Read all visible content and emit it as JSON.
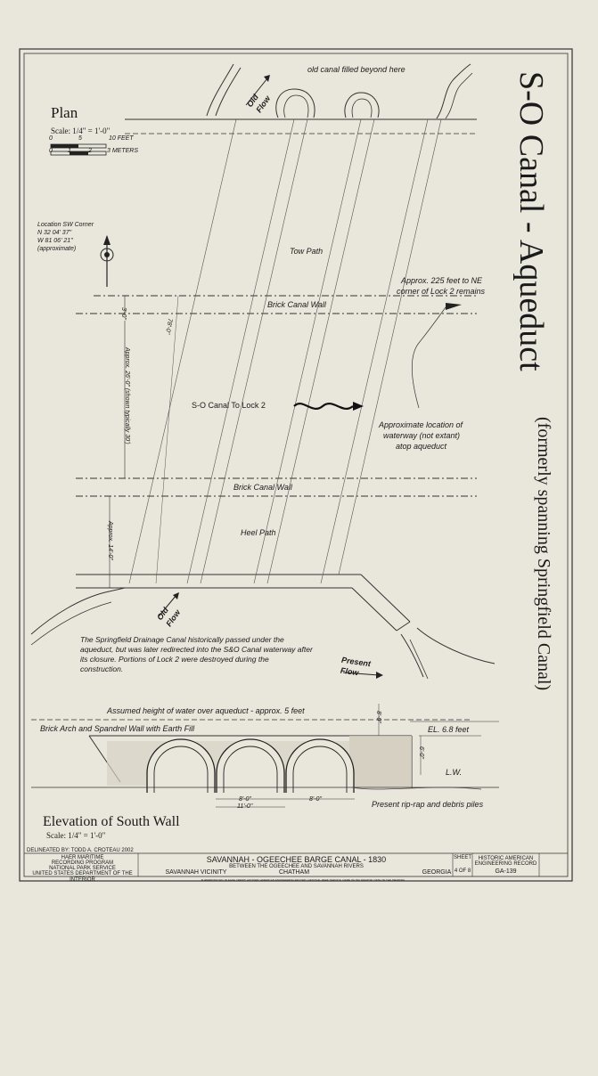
{
  "title": {
    "main": "S-O Canal - Aqueduct",
    "sub": "(formerly spanning Springfield Canal)"
  },
  "plan": {
    "heading": "Plan",
    "scale": "Scale:  1/4\" = 1'-0\"",
    "bar_feet": [
      "0",
      "5",
      "10 FEET"
    ],
    "bar_meters": [
      "0",
      "1",
      "2",
      "3 METERS"
    ],
    "location": [
      "Location SW Corner",
      "N 32  04' 37\"",
      "W 81  06' 21\"",
      "(approximate)"
    ],
    "old_canal": "old canal filled beyond here",
    "old_flow_top": [
      "Old",
      "Flow"
    ],
    "tow_path": "Tow Path",
    "lock_note": [
      "Approx. 225 feet to NE",
      "corner of Lock 2 remains"
    ],
    "brick_wall_top": "Brick Canal Wall",
    "dim_3": "3'-0\"",
    "dim_78": "78'-0\"",
    "dim_26": "Approx. 26'-0\" (shown typically 30')",
    "canal_label": "S-O Canal To Lock 2",
    "waterway_note": [
      "Approximate location of",
      "waterway (not extant)",
      "atop aqueduct"
    ],
    "brick_wall_bottom": "Brick Canal Wall",
    "heel_path": "Heel Path",
    "dim_14": "Approx. 14'-0\"",
    "old_flow_bottom": [
      "Old",
      "Flow"
    ],
    "drainage_note": "The Springfield Drainage Canal historically passed under the aqueduct, but was later redirected into the S&O Canal waterway after its closure.  Portions of Lock 2 were destroyed during the construction.",
    "present_flow": [
      "Present",
      "Flow"
    ]
  },
  "elevation": {
    "water_note": "Assumed height of water over aqueduct - approx. 5 feet",
    "arch_note": "Brick Arch and Spandrel Wall with Earth Fill",
    "el": "EL. 6.8 feet",
    "dim_8_top": "8'-0\"",
    "dim_6": "6'-0\"",
    "lw": "L.W.",
    "dim_8a": "8'-0\"",
    "dim_11": "11'-0\"",
    "dim_8b": "8'-0\"",
    "riprap": "Present rip-rap and debris piles",
    "heading": "Elevation of South Wall",
    "scale": "Scale:  1/4\" = 1'-0\""
  },
  "title_block": {
    "delineated": "DELINEATED BY:   TODD A. CROTEAU  2002",
    "agency": [
      "HAER MARITIME",
      "RECORDING PROGRAM",
      "NATIONAL PARK SERVICE",
      "UNITED STATES DEPARTMENT OF THE INTERIOR"
    ],
    "project": "SAVANNAH - OGEECHEE BARGE CANAL - 1830",
    "between": "BETWEEN THE OGEECHEE AND SAVANNAH RIVERS",
    "vicinity": "SAVANNAH VICINITY",
    "county": "CHATHAM",
    "state": "GEORGIA",
    "sheet_label": "SHEET",
    "sheet": "4 OF 8",
    "record": [
      "HISTORIC AMERICAN",
      "ENGINEERING RECORD"
    ],
    "number": "GA-139"
  },
  "footer": "IF REPRODUCED, PLEASE CREDIT: HISTORIC AMERICAN ENGINEERING RECORD, NATIONAL PARK SERVICE, NAME OF DELINEATOR, DATE OF THE DRAWING"
}
